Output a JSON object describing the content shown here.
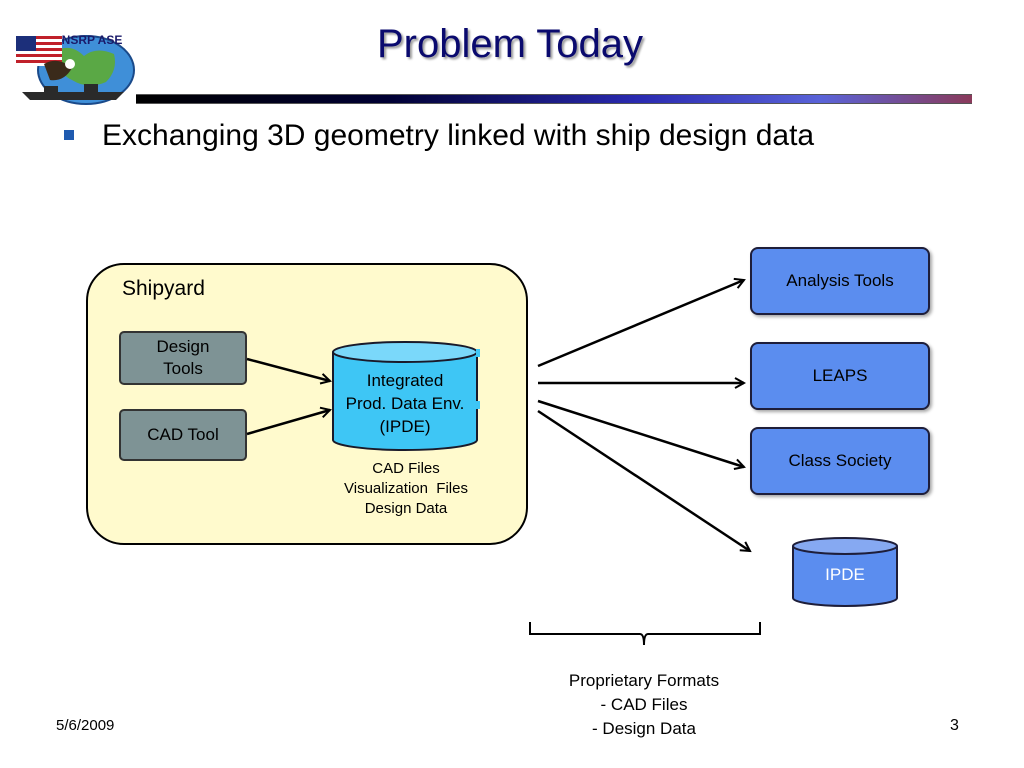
{
  "slide": {
    "title": "Problem Today",
    "bullet": "Exchanging 3D geometry linked with ship design data",
    "logo_text": "NSRP ASE"
  },
  "diagram": {
    "shipyard_label": "Shipyard",
    "design_tools": [
      "Design",
      "Tools"
    ],
    "cad_tool": "CAD Tool",
    "ipde_main": [
      "Integrated",
      "Prod. Data Env.",
      "(IPDE)"
    ],
    "ipde_caption": [
      "CAD Files",
      "Visualization  Files",
      "Design Data"
    ],
    "targets": {
      "analysis_tools": "Analysis Tools",
      "leaps": "LEAPS",
      "class_society": "Class Society",
      "ipde": "IPDE"
    },
    "formats_caption": [
      "Proprietary Formats",
      "- CAD Files",
      "- Design Data"
    ]
  },
  "footer": {
    "date": "5/6/2009",
    "page": "3"
  },
  "colors": {
    "title": "#0a0a6e",
    "shipyard_fill": "#fffacd",
    "gray_box": "#7e9395",
    "blue_box": "#5b8def",
    "ipde_cylinder": "#3ec6f5",
    "bullet": "#1f5bb0"
  }
}
